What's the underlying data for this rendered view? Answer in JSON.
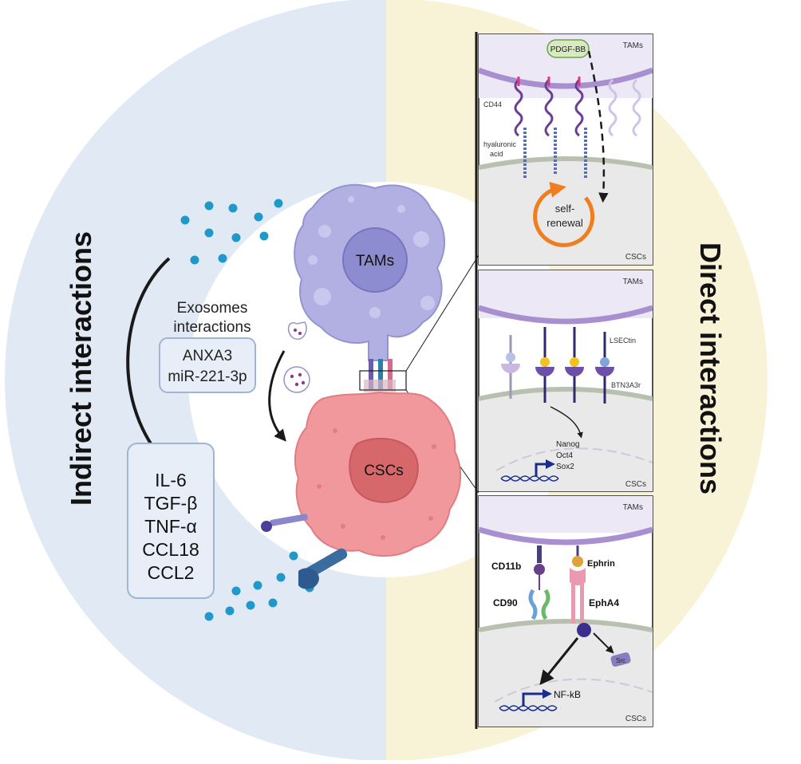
{
  "halves": {
    "left_title": "Indirect interactions",
    "right_title": "Direct interactions",
    "left_color": "#e1eaf4",
    "right_color": "#f8f3d6"
  },
  "center": {
    "tams_label": "TAMs",
    "cscs_label": "CSCs",
    "exosomes_title_line1": "Exosomes",
    "exosomes_title_line2": "interactions",
    "exosome_factors": [
      "ANXA3",
      "miR-221-3p"
    ],
    "cytokines": [
      "IL-6",
      "TGF-β",
      "TNF-α",
      "CCL18",
      "CCL2"
    ]
  },
  "panel1": {
    "top_label": "TAMs",
    "bottom_label": "CSCs",
    "ligand": "PDGF-BB",
    "receptor": "CD44",
    "matrix_line1": "hyaluronic",
    "matrix_line2": "acid",
    "effect_line1": "self-",
    "effect_line2": "renewal"
  },
  "panel2": {
    "top_label": "TAMs",
    "bottom_label": "CSCs",
    "ligand": "LSECtin",
    "receptor": "BTN3A3r",
    "genes": [
      "Nanog",
      "Oct4",
      "Sox2"
    ]
  },
  "panel3": {
    "top_label": "TAMs",
    "bottom_label": "CSCs",
    "left_receptor_top": "CD11b",
    "left_receptor_bottom": "CD90",
    "right_ligand": "Ephrin",
    "right_receptor": "EphA4",
    "kinase": "Src",
    "target": "NF-kB"
  },
  "colors": {
    "tam_cell": "#b2b0e2",
    "tam_nucleus": "#8e8cd0",
    "csc_cell": "#f1989c",
    "csc_nucleus": "#d6686c",
    "dots": "#1f9ac8",
    "orange": "#f07d1e",
    "navy": "#1a2d8c"
  }
}
